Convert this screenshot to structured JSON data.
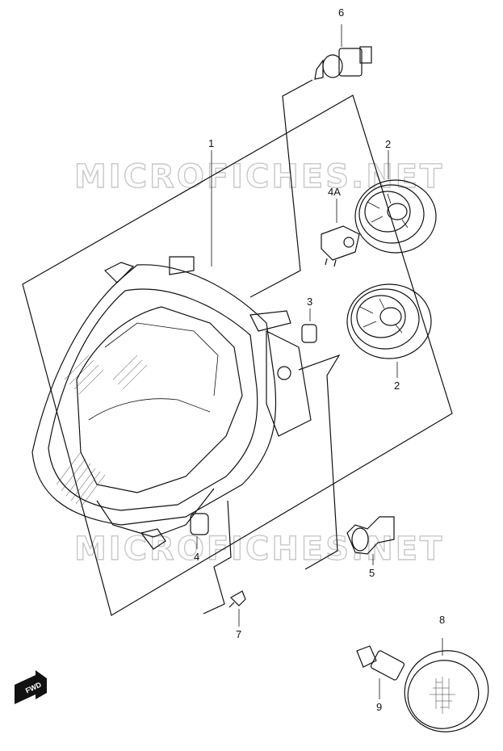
{
  "watermarks": [
    "MICROFICHES.NET",
    "MICROFICHES.NET"
  ],
  "callouts": [
    {
      "id": "c6",
      "label": "6"
    },
    {
      "id": "c1",
      "label": "1"
    },
    {
      "id": "c2a",
      "label": "2"
    },
    {
      "id": "c4a",
      "label": "4A"
    },
    {
      "id": "c3",
      "label": "3"
    },
    {
      "id": "c2b",
      "label": "2"
    },
    {
      "id": "c4",
      "label": "4"
    },
    {
      "id": "c5",
      "label": "5"
    },
    {
      "id": "c7",
      "label": "7"
    },
    {
      "id": "c8",
      "label": "8"
    },
    {
      "id": "c9",
      "label": "9"
    }
  ],
  "fwd_label": "FWD"
}
